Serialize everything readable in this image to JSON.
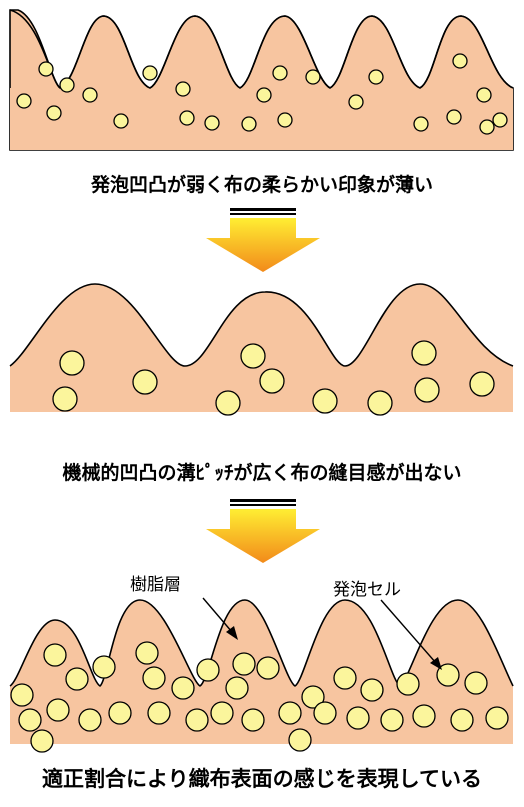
{
  "colors": {
    "resin": "#f7c5a0",
    "cell": "#fbf59c",
    "outline": "#000000",
    "arrow_top": "#ffee33",
    "arrow_bottom": "#f28a1a"
  },
  "panels": [
    {
      "caption": "発泡凹凸が弱く布の柔らかい印象が薄い"
    },
    {
      "caption": "機械的凹凸の溝ﾋﾟｯﾁが広く布の縫目感が出ない"
    },
    {
      "caption": "適正割合により織布表面の感じを表現している",
      "labels": {
        "resin_layer": "樹脂層",
        "foam_cell": "発泡セル"
      }
    }
  ],
  "arrows": [
    {
      "icon": "down-arrow-icon"
    },
    {
      "icon": "down-arrow-icon"
    }
  ]
}
